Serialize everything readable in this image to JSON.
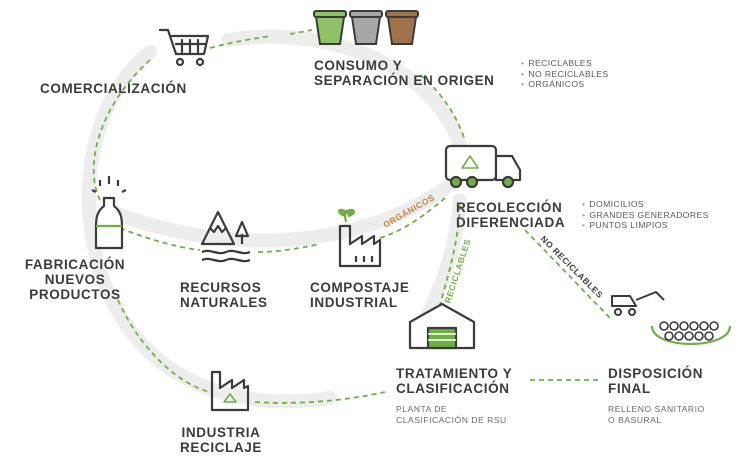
{
  "nodes": {
    "comercializacion": {
      "label": "COMERCIALIZACIÓN"
    },
    "consumo": {
      "label_lines": [
        "CONSUMO Y",
        "SEPARACIÓN EN ORIGEN"
      ],
      "bullets": [
        "RECICLABLES",
        "NO RECICLABLES",
        "ORGÁNICOS"
      ]
    },
    "recoleccion": {
      "label_lines": [
        "RECOLECCIÓN",
        "DIFERENCIADA"
      ],
      "bullets": [
        "DOMICILIOS",
        "GRANDES GENERADORES",
        "PUNTOS LIMPIOS"
      ]
    },
    "fabricacion": {
      "label_lines": [
        "FABRICACIÓN",
        "NUEVOS",
        "PRODUCTOS"
      ]
    },
    "recursos": {
      "label_lines": [
        "RECURSOS",
        "NATURALES"
      ]
    },
    "compostaje": {
      "label_lines": [
        "COMPOSTAJE",
        "INDUSTRIAL"
      ]
    },
    "tratamiento": {
      "label_lines": [
        "TRATAMIENTO Y",
        "CLASIFICACIÓN"
      ],
      "sub_lines": [
        "PLANTA DE",
        "CLASIFICACIÓN DE RSU"
      ]
    },
    "disposicion": {
      "label_lines": [
        "DISPOSICIÓN",
        "FINAL"
      ],
      "sub_lines": [
        "RELLENO SANITARIO",
        "O BASURAL"
      ]
    },
    "industria": {
      "label_lines": [
        "INDUSTRIA",
        "RECICLAJE"
      ]
    }
  },
  "flows": {
    "organicos": "ORGÁNICOS",
    "reciclables": "RECICLABLES",
    "no_reciclables": "NO RECICLABLES"
  },
  "colors": {
    "green": "#6fb044",
    "dark_green": "#4d8f2e",
    "orange": "#c8803c",
    "track": "#ededed",
    "icon_stroke": "#3b3b3b",
    "bin_green": "#8fc266",
    "bin_gray": "#a7a7a7",
    "bin_brown": "#a0724c"
  },
  "icons": [
    "shopping-cart-icon",
    "waste-bins-icon",
    "garbage-truck-icon",
    "bottle-icon",
    "mountains-icon",
    "compost-factory-icon",
    "warehouse-icon",
    "landfill-icon",
    "recycling-factory-icon"
  ]
}
